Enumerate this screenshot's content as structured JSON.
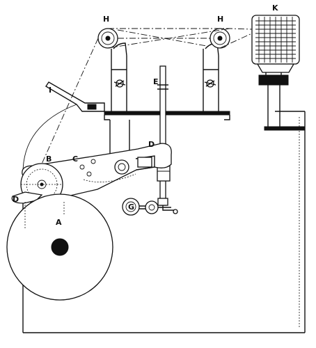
{
  "labels": {
    "a": "A",
    "b": "B",
    "c": "C",
    "d_left": "D",
    "d_right": "D",
    "e": "E",
    "g": "G",
    "h_left": "H",
    "h_right": "H",
    "i": "I",
    "k": "K"
  },
  "colors": {
    "ink": "#111111",
    "paper": "#ffffff"
  }
}
